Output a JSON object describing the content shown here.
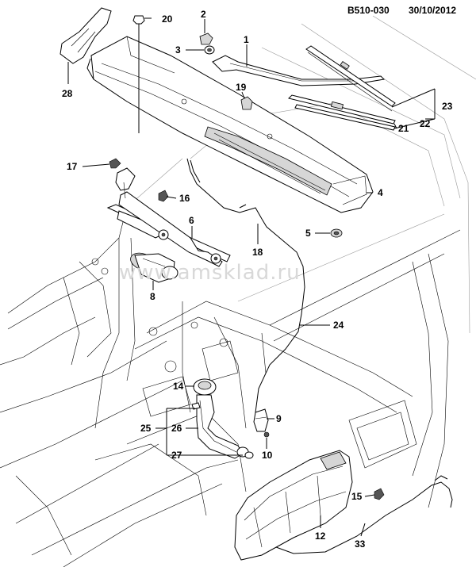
{
  "header": {
    "code": "B510-030",
    "date": "30/10/2012"
  },
  "watermark": "www.amsklad.ru",
  "callouts": {
    "c1": "1",
    "c2": "2",
    "c3": "3",
    "c4": "4",
    "c5": "5",
    "c6": "6",
    "c8": "8",
    "c9": "9",
    "c10": "10",
    "c12": "12",
    "c14": "14",
    "c15": "15",
    "c16": "16",
    "c17": "17",
    "c18": "18",
    "c19": "19",
    "c20": "20",
    "c21": "21",
    "c22": "22",
    "c23": "23",
    "c24": "24",
    "c25": "25",
    "c26": "26",
    "c27": "27",
    "c28": "28",
    "c33": "33"
  }
}
